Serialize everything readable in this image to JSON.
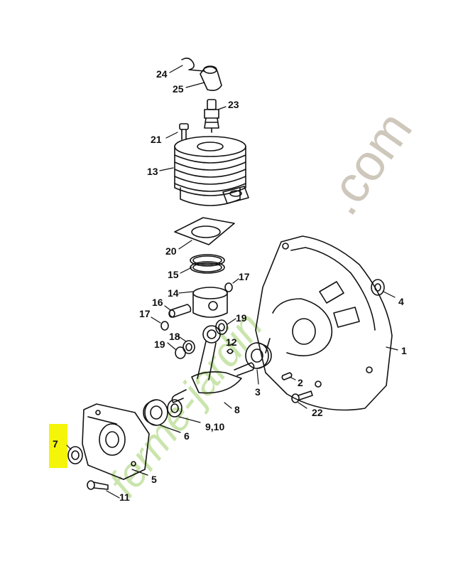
{
  "watermark": {
    "domain": ".com",
    "brand": "ferme-jardin"
  },
  "highlight_color": "#f5f50a",
  "labels": {
    "p1": "1",
    "p2": "2",
    "p3": "3",
    "p4": "4",
    "p5": "5",
    "p6": "6",
    "p7": "7",
    "p8": "8",
    "p910": "9,10",
    "p11": "11",
    "p12": "12",
    "p13": "13",
    "p14": "14",
    "p15": "15",
    "p16": "16",
    "p17a": "17",
    "p17b": "17",
    "p18": "18",
    "p19a": "19",
    "p19b": "19",
    "p20": "20",
    "p21": "21",
    "p22": "22",
    "p23": "23",
    "p24": "24",
    "p25": "25"
  }
}
